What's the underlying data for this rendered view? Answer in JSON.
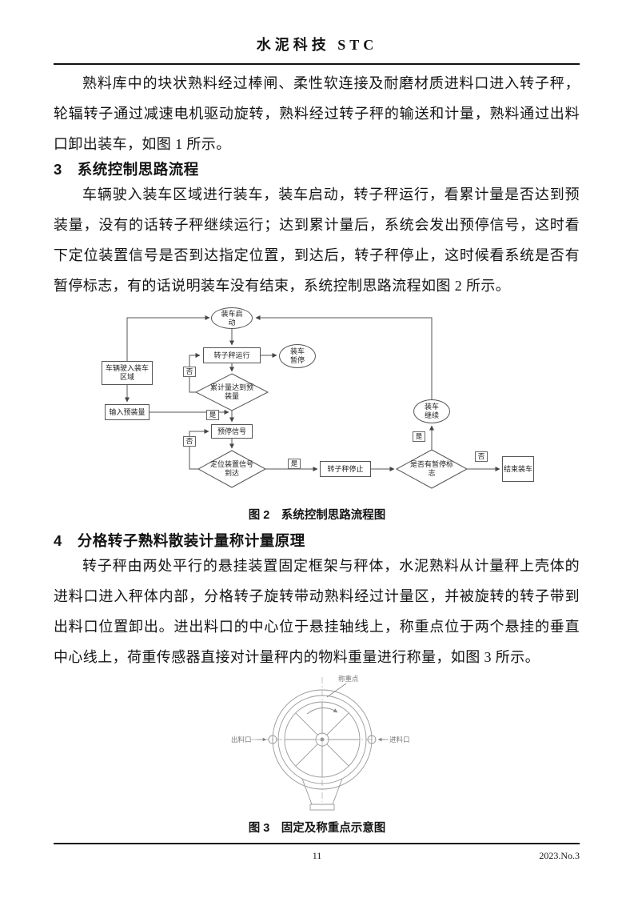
{
  "header": {
    "journal_title": "水泥科技 STC"
  },
  "article": {
    "para_intro": "熟料库中的块状熟料经过棒闸、柔性软连接及耐磨材质进料口进入转子秤，轮辐转子通过减速电机驱动旋转，熟料经过转子秤的输送和计量，熟料通过出料口卸出装车，如图 1 所示。",
    "section3": {
      "heading": "3　系统控制思路流程",
      "para": "车辆驶入装车区域进行装车，装车启动，转子秤运行，看累计量是否达到预装量，没有的话转子秤继续运行；达到累计量后，系统会发出预停信号，这时看下定位装置信号是否到达指定位置，到达后，转子秤停止，这时候看系统是否有暂停标志，有的话说明装车没有结束，系统控制思路流程如图 2 所示。"
    },
    "figure2": {
      "caption": "图 2　系统控制思路流程图",
      "nodes": {
        "start": "装车启动",
        "run": "转子秤运行",
        "pause": "装车暂停",
        "vehicle": "车辆驶入装车区域",
        "preset": "输入预装量",
        "check_total": "累计量达到预装量",
        "prestop": "预停信号",
        "check_pos": "定位装置信号到达",
        "stop": "转子秤停止",
        "check_pause": "是否有暂停标志",
        "cont": "装车继续",
        "end": "结束装车",
        "yes": "是",
        "no": "否"
      }
    },
    "section4": {
      "heading": "4　分格转子熟料散装计量称计量原理",
      "para": "转子秤由两处平行的悬挂装置固定框架与秤体，水泥熟料从计量秤上壳体的进料口进入秤体内部，分格转子旋转带动熟料经过计量区，并被旋转的转子带到出料口位置卸出。进出料口的中心位于悬挂轴线上，称重点位于两个悬挂的垂直中心线上，荷重传感器直接对计量秤内的物料重量进行称量，如图 3 所示。"
    },
    "figure3": {
      "caption": "图 3　固定及称重点示意图",
      "labels": {
        "weigh_point": "称重点",
        "outlet": "出料口",
        "inlet": "进料口"
      }
    }
  },
  "footer": {
    "page_number": "11",
    "issue": "2023.No.3"
  }
}
